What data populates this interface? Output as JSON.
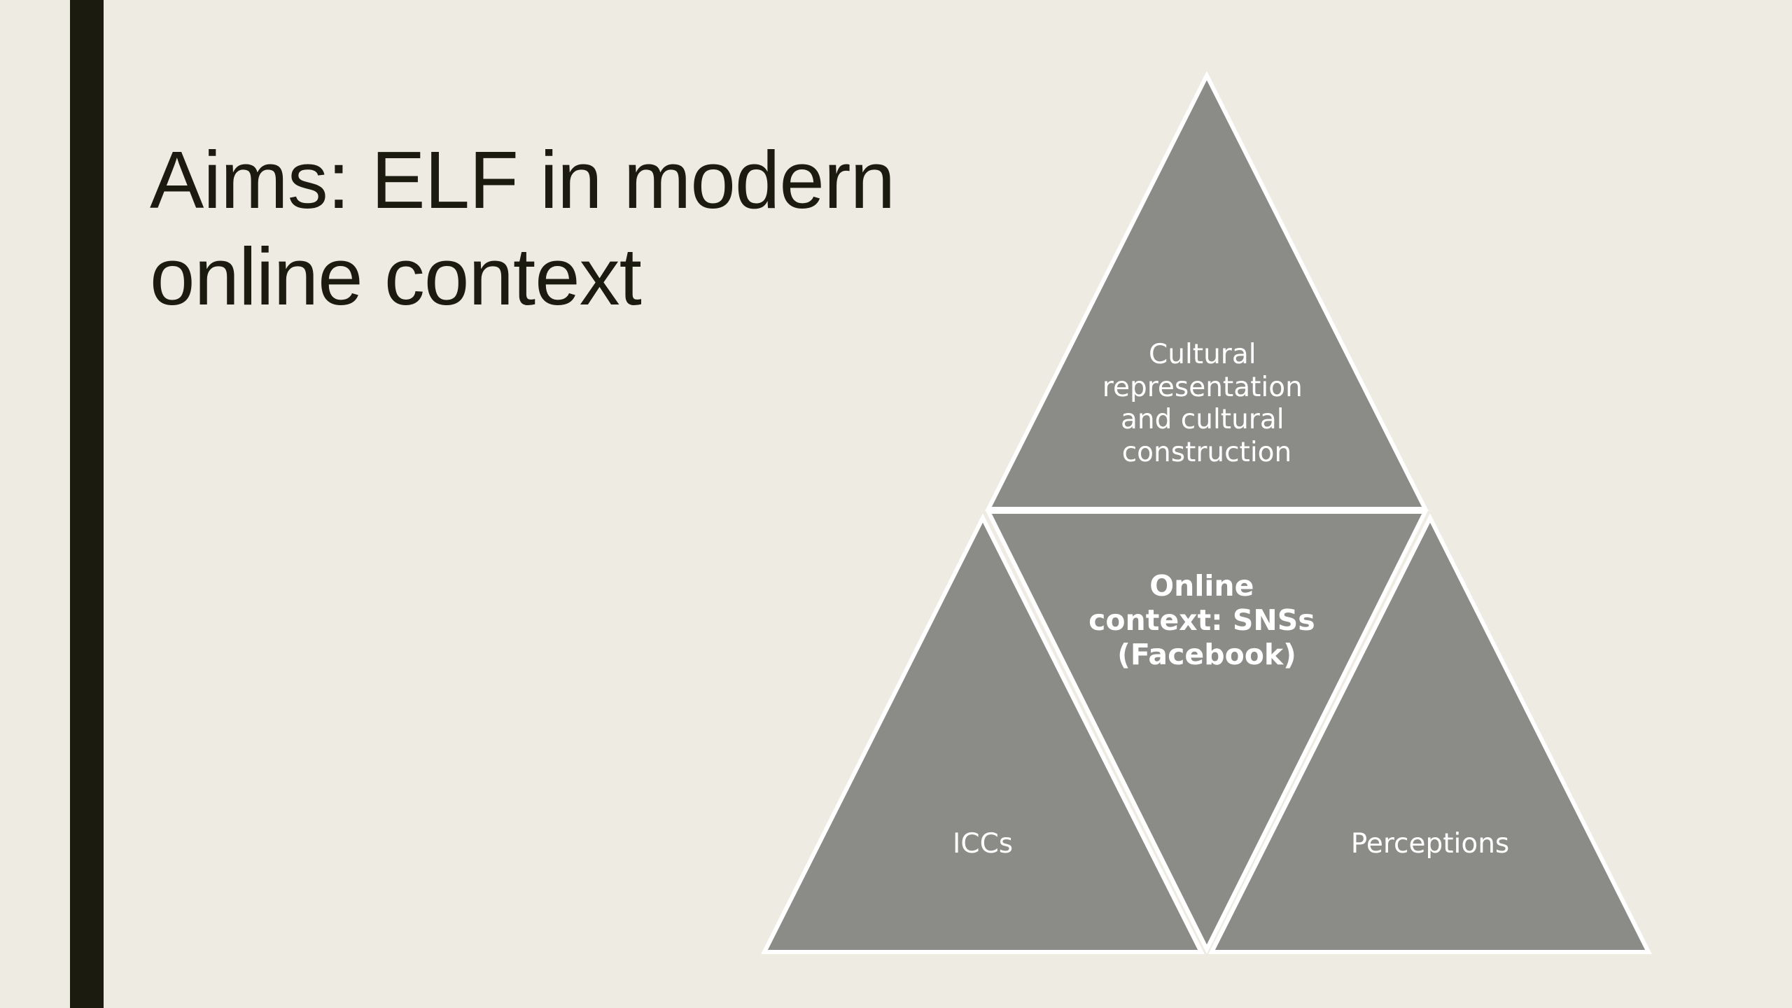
{
  "slide": {
    "title_lines": [
      "Aims: ELF in modern",
      "online context"
    ]
  },
  "diagram": {
    "top": {
      "lines": [
        "Cultural",
        "representation",
        "and cultural",
        "construction"
      ]
    },
    "center": {
      "lines": [
        "Online",
        "context: SNSs",
        "(Facebook)"
      ]
    },
    "left": {
      "label": "ICCs"
    },
    "right": {
      "label": "Perceptions"
    }
  },
  "colors": {
    "background": "#eeebe3",
    "accent_bar": "#1c1b10",
    "triangle_fill": "#8b8c87",
    "triangle_outline": "#ffffff",
    "label_text": "#ffffff"
  }
}
